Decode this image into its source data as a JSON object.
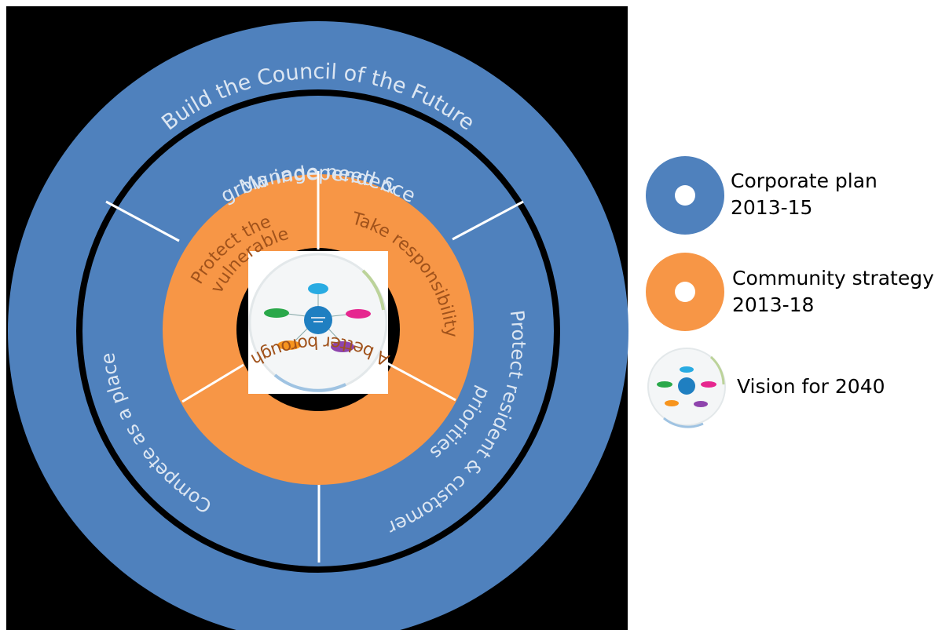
{
  "colors": {
    "background": "#000000",
    "corporate_blue": "#4f81bd",
    "community_orange": "#f79646",
    "divider": "#ffffff",
    "blue_text": "#dce6f2",
    "orange_text": "#a0521b"
  },
  "outer_ring": {
    "label": "Build the Council of the Future"
  },
  "corporate_segments": [
    {
      "line1": "Manage need &",
      "line2": "grow independence"
    },
    {
      "line1": "Protect resident & customer",
      "line2": "priorities"
    },
    {
      "line1": "Compete as a place",
      "line2": ""
    }
  ],
  "community_segments": [
    {
      "line1": "Take responsibility",
      "line2": ""
    },
    {
      "line1": "A better borough",
      "line2": ""
    },
    {
      "line1": "Protect the",
      "line2": "vulnerable"
    }
  ],
  "vision_icon": {
    "name": "vision-mindmap-icon"
  },
  "legend": [
    {
      "label": "Corporate plan\n2013-15",
      "swatch": "corporate-plan-swatch"
    },
    {
      "label": "Community strategy\n2013-18",
      "swatch": "community-strategy-swatch"
    },
    {
      "label": "Vision for 2040",
      "swatch": "vision-icon"
    }
  ]
}
